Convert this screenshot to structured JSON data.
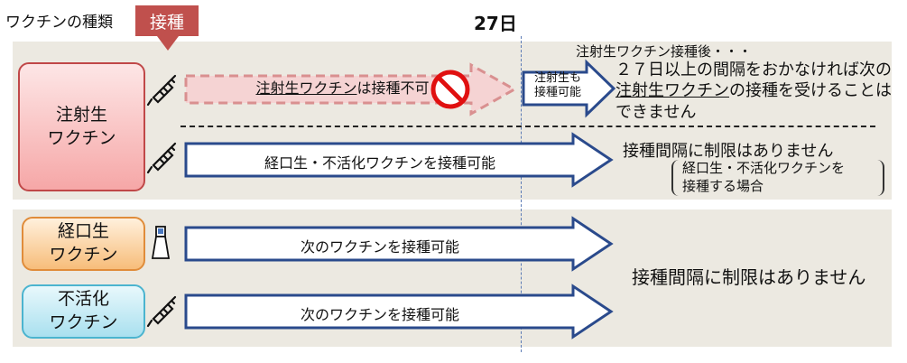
{
  "header": {
    "title": "ワクチンの種類",
    "tag_label": "接種",
    "day_label": "27日"
  },
  "vaccines": {
    "live": "注射生\nワクチン",
    "oral": "経口生\nワクチン",
    "inactivated": "不活化\nワクチン"
  },
  "row_live": {
    "blocked_prefix": "注射生ワクチン",
    "blocked_suffix": "は接種不可",
    "after_label": "注射生も\n接種可能",
    "note_title": "注射生ワクチン接種後・・・",
    "note_part1": "２７日以上の間隔をおかなければ次の",
    "note_part2": "注射生ワクチン",
    "note_part3": "の接種を受けることはできません",
    "allowed_label": "経口生・不活化ワクチンを接種可能",
    "interval_text": "接種間隔に制限はありません",
    "paren_text": "経口生・不活化ワクチンを\n接種する場合"
  },
  "row_oral": {
    "label": "次のワクチンを接種可能"
  },
  "row_inactivated": {
    "label": "次のワクチンを接種可能"
  },
  "shared_interval_text": "接種間隔に制限はありません",
  "colors": {
    "arrow_border": "#2a4a8c",
    "blocked_border": "#d99090",
    "prohibit_red": "#e01010",
    "panel_bg": "#ece9e1",
    "tag_bg": "#c0504d"
  },
  "icons": [
    "syringe-icon",
    "oral-vial-icon",
    "prohibit-icon",
    "arrow-down-icon"
  ]
}
